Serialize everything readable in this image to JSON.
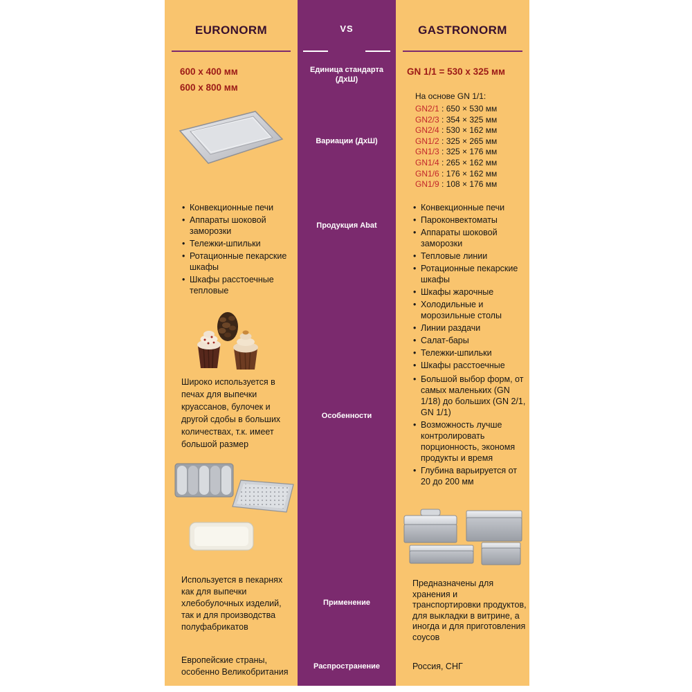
{
  "colors": {
    "yellow": "#F9C46E",
    "purple": "#7B2A6E",
    "header_dark": "#38102E",
    "dark_red": "#9C1A17",
    "red": "#C2272B",
    "text": "#161616"
  },
  "header": {
    "left": "EURONORM",
    "center": "VS",
    "right": "GASTRONORM"
  },
  "rows": {
    "standard_unit": {
      "label": "Единица стандарта (ДхШ)",
      "left_lines": [
        "600 x 400 мм",
        "600 x 800 мм"
      ],
      "right_value": "GN 1/1 = 530 x 325 мм"
    },
    "variations": {
      "label": "Вариации (ДхШ)",
      "right_intro": "На основе GN 1/1:",
      "right_items": [
        {
          "code": "GN2/1",
          "size": "650 × 530 мм"
        },
        {
          "code": "GN2/3",
          "size": "354 × 325 мм"
        },
        {
          "code": "GN2/4",
          "size": "530 × 162 мм"
        },
        {
          "code": "GN1/2",
          "size": "325 × 265 мм"
        },
        {
          "code": "GN1/3",
          "size": "325 × 176 мм"
        },
        {
          "code": "GN1/4",
          "size": "265 × 162 мм"
        },
        {
          "code": "GN1/6",
          "size": "176 × 162 мм"
        },
        {
          "code": "GN1/9",
          "size": "108 × 176 мм"
        }
      ]
    },
    "products": {
      "label": "Продукция Abat",
      "left_items": [
        "Конвекционные печи",
        "Аппараты шоковой заморозки",
        "Тележки-шпильки",
        "Ротационные пекарские шкафы",
        "Шкафы расстоечные тепловые"
      ],
      "right_items": [
        "Конвекционные печи",
        "Пароконвектоматы",
        "Аппараты шоковой заморозки",
        "Тепловые линии",
        "Ротационные пекарские шкафы",
        "Шкафы жарочные",
        "Холодильные и морозильные столы",
        "Линии раздачи",
        "Салат-бары",
        "Тележки-шпильки",
        "Шкафы расстоечные"
      ]
    },
    "features": {
      "label": "Особенности",
      "left_text": "Широко используется в печах для выпечки круассанов, булочек и другой сдобы в больших количествах, т.к. имеет большой размер",
      "right_items": [
        "Большой выбор форм, от самых маленьких (GN 1/18) до больших (GN 2/1, GN 1/1)",
        "Возможность лучше контролировать порционность, экономя продукты и время",
        "Глубина варьируется от 20 до 200 мм"
      ]
    },
    "application": {
      "label": "Применение",
      "left_text": "Используется в пекарнях как для выпечки хлебобулочных изделий, так и для производства полуфабрикатов",
      "right_text": "Предназначены для хранения и транспортировки продуктов, для выкладки в витрине, а иногда и для приготовления соусов"
    },
    "distribution": {
      "label": "Распространение",
      "left_text": "Европейские страны, особенно Великобритания",
      "right_text": "Россия, СНГ"
    }
  },
  "images": {
    "baking_sheet": "baking-sheet",
    "cupcakes": "cupcakes",
    "baguette_tray": "baguette-tray",
    "perforated_tray": "perforated-tray",
    "white_tray": "white-tray",
    "gastronorm_pans": "gastronorm-pans"
  }
}
